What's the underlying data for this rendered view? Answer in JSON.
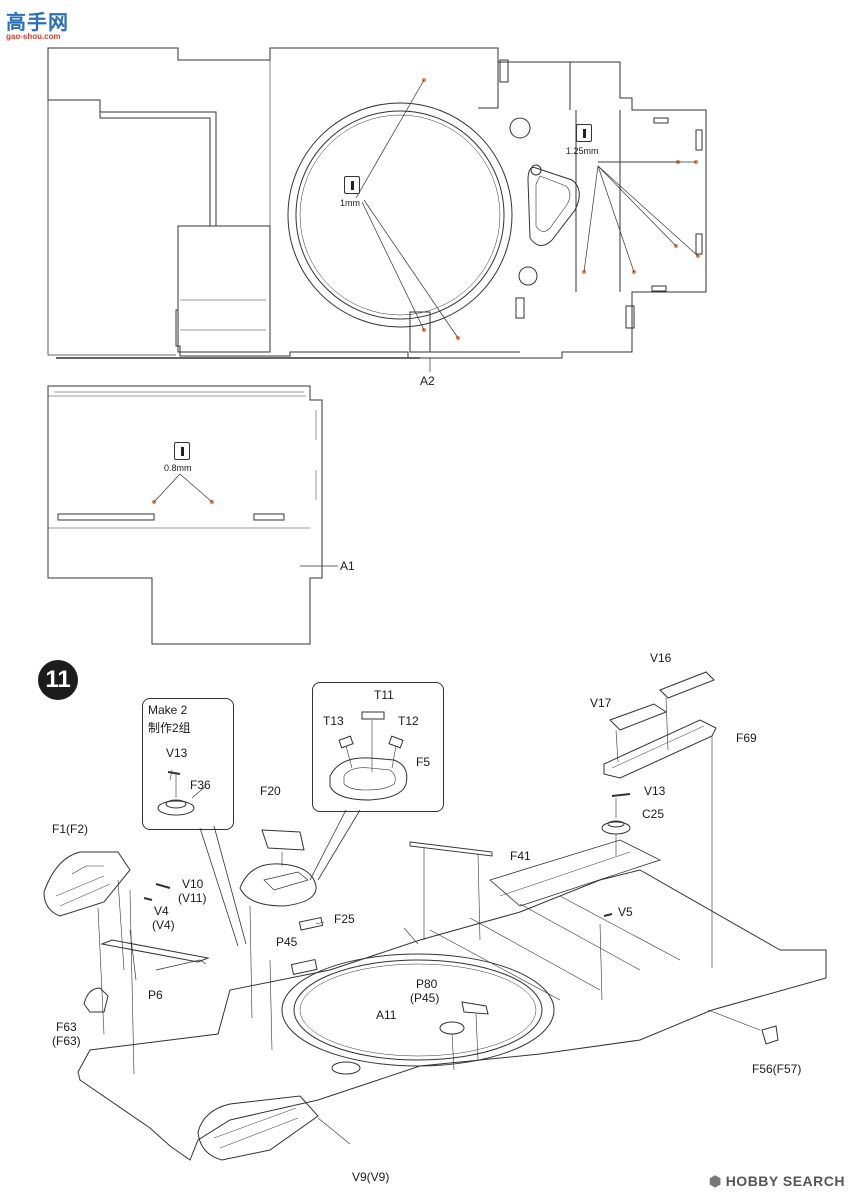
{
  "watermark_top": {
    "brand": "高手网",
    "domain": "gao-shou.com"
  },
  "watermark_bottom": {
    "text": "HOBBY SEARCH"
  },
  "top_panel": {
    "part_label": "A2",
    "drill_1": "1mm",
    "drill_2": "1.25mm"
  },
  "middle_panel": {
    "part_label": "A1",
    "drill_1": "0.8mm"
  },
  "step": {
    "number": "11",
    "make2_en": "Make 2",
    "make2_cn": "制作2组"
  },
  "parts": {
    "v13_a": "V13",
    "f36": "F36",
    "t11": "T11",
    "t13": "T13",
    "t12": "T12",
    "f5": "F5",
    "v16": "V16",
    "v17": "V17",
    "f69": "F69",
    "v13_b": "V13",
    "c25": "C25",
    "f20": "F20",
    "f41": "F41",
    "f1": "F1(F2)",
    "v10": "V10",
    "v11": "(V11)",
    "v4": "V4",
    "v4b": "(V4)",
    "f25": "F25",
    "v5": "V5",
    "p45": "P45",
    "p6": "P6",
    "p80": "P80",
    "p45b": "(P45)",
    "a11": "A11",
    "f63": "F63",
    "f63b": "(F63)",
    "f56": "F56(F57)",
    "v9": "V9(V9)"
  }
}
